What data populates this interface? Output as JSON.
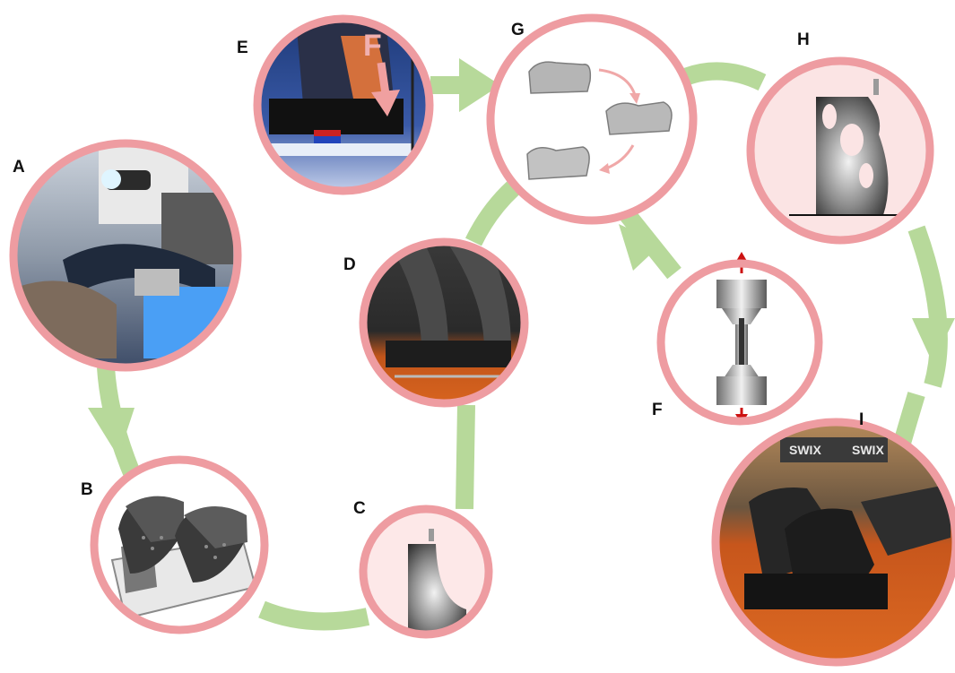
{
  "panels": [
    {
      "id": "A",
      "label": "A",
      "content": "3D scanning of seated athlete's legs"
    },
    {
      "id": "B",
      "label": "B",
      "content": "designed lattice leg supports"
    },
    {
      "id": "C",
      "label": "C",
      "content": "3D print profile"
    },
    {
      "id": "D",
      "label": "D",
      "content": "printed supports with athlete"
    },
    {
      "id": "E",
      "label": "E",
      "content": "on-snow force loading",
      "force_label": "F"
    },
    {
      "id": "F",
      "label": "F",
      "content": "tensile test specimen"
    },
    {
      "id": "G",
      "label": "G",
      "content": "iterative design models"
    },
    {
      "id": "H",
      "label": "H",
      "content": "refined 3D print profile"
    },
    {
      "id": "I",
      "label": "I",
      "content": "final mounted sit-ski supports",
      "brand_text": [
        "SWIX",
        "SWIX"
      ]
    }
  ],
  "colors": {
    "ring": "#ee9ca1",
    "ring_fill": "#fbeaea",
    "arrow": "#b7d99a",
    "cycle_arrow": "#f0a8a8",
    "force_arrow": "#cc1111"
  }
}
